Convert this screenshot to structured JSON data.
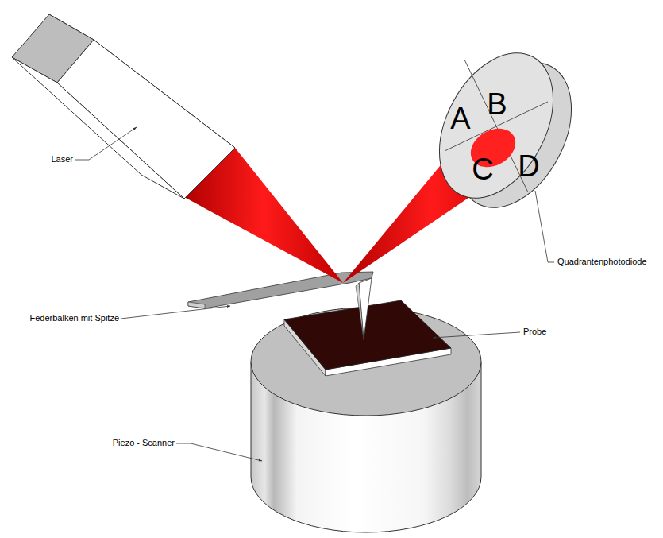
{
  "diagram": {
    "labels": [
      "Laser",
      "A",
      "B",
      "C",
      "D",
      "Quadrantenphotodiode",
      "Federbalken mit Spitze",
      "Probe",
      "Piezo - Scanner"
    ]
  }
}
